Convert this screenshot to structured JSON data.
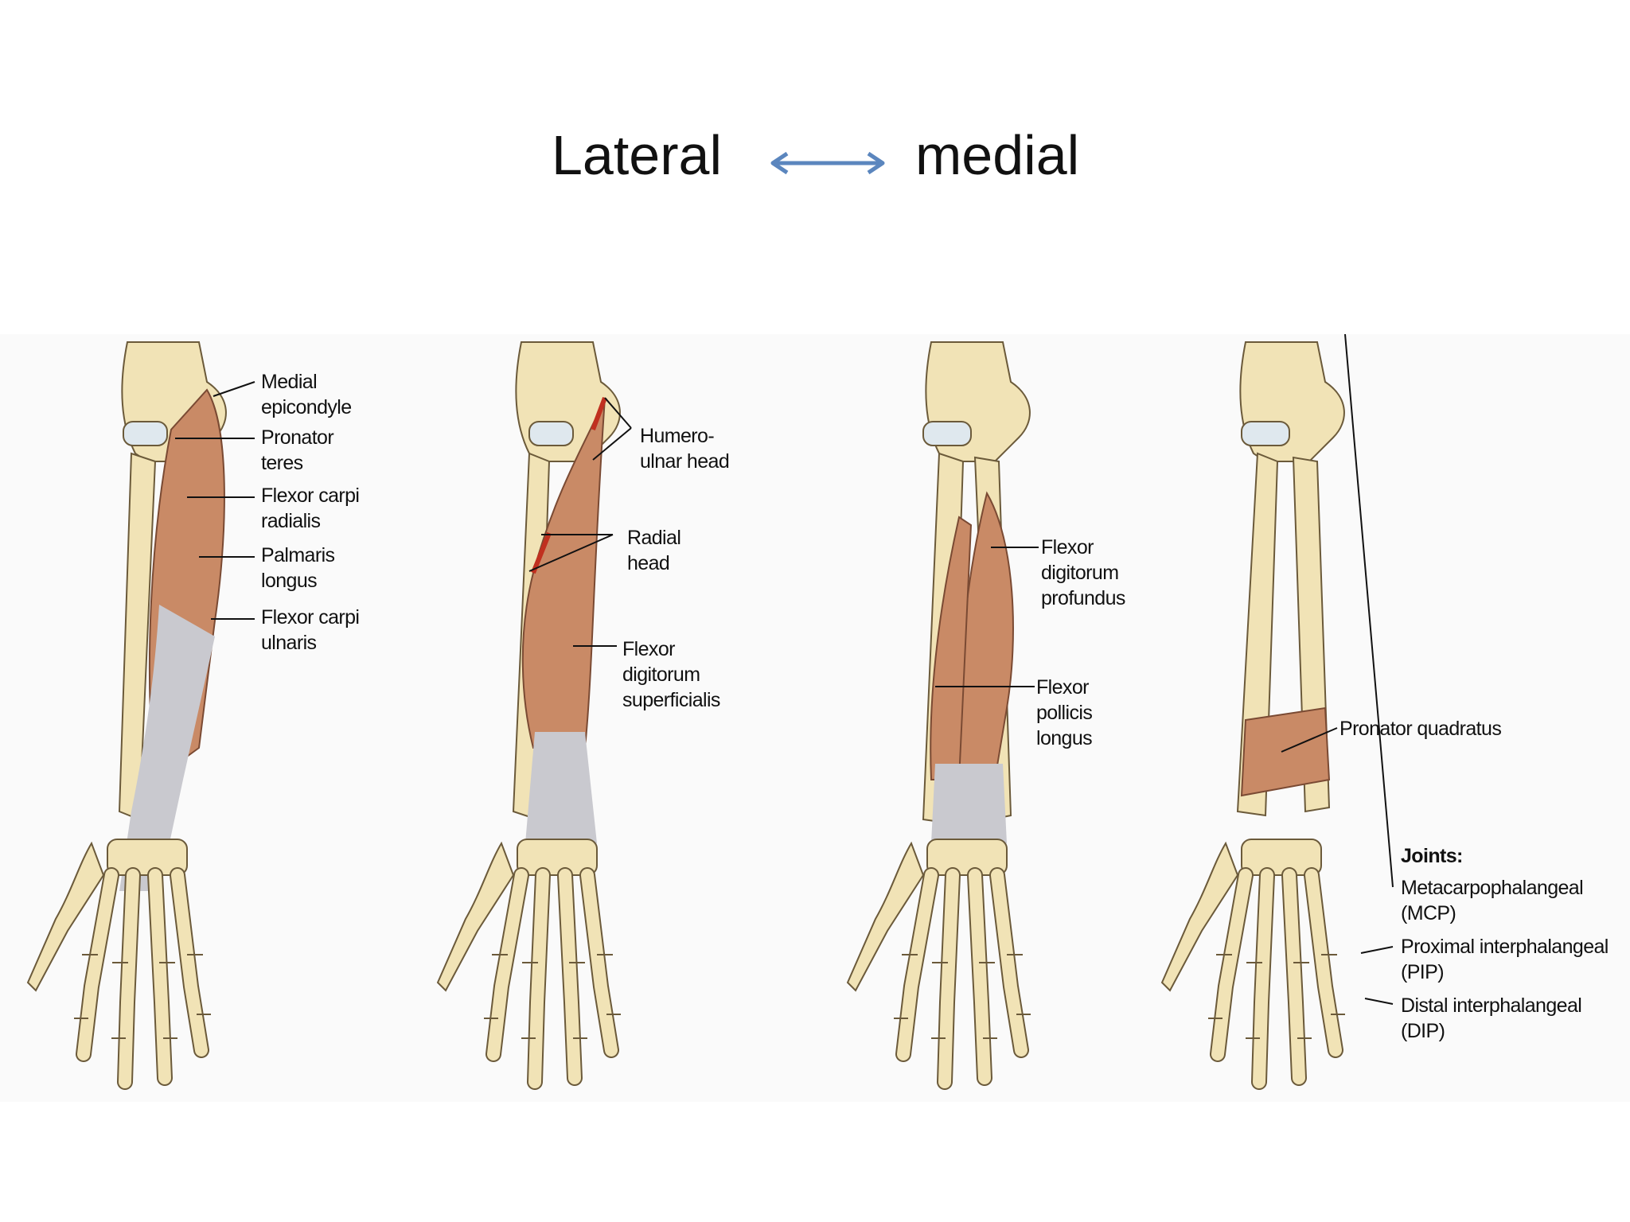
{
  "heading": {
    "left": "Lateral",
    "right": "medial"
  },
  "colors": {
    "arrow": "#5b86be",
    "muscle": "#c98a66",
    "tendon": "#c9c9cf",
    "bone": "#f1e3b6",
    "accent": "#c0301f"
  },
  "panels": [
    {
      "labels": [
        {
          "l1": "Medial",
          "l2": "epicondyle"
        },
        {
          "l1": "Pronator",
          "l2": "teres"
        },
        {
          "l1": "Flexor carpi",
          "l2": "radialis"
        },
        {
          "l1": "Palmaris",
          "l2": "longus"
        },
        {
          "l1": "Flexor carpi",
          "l2": "ulnaris"
        }
      ]
    },
    {
      "labels": [
        {
          "l1": "Humero-",
          "l2": "ulnar head"
        },
        {
          "l1": "Radial",
          "l2": "head"
        },
        {
          "l1": "Flexor",
          "l2": "digitorum",
          "l3": "superficialis"
        }
      ]
    },
    {
      "labels": [
        {
          "l1": "Flexor",
          "l2": "digitorum",
          "l3": "profundus"
        },
        {
          "l1": "Flexor",
          "l2": "pollicis",
          "l3": "longus"
        }
      ]
    },
    {
      "labels": [
        {
          "l1": "Pronator quadratus"
        }
      ],
      "joints": {
        "title": "Joints:",
        "items": [
          {
            "l1": "Metacarpophalangeal",
            "l2": "(MCP)"
          },
          {
            "l1": "Proximal interphalangeal",
            "l2": "(PIP)"
          },
          {
            "l1": "Distal interphalangeal",
            "l2": "(DIP)"
          }
        ]
      }
    }
  ]
}
